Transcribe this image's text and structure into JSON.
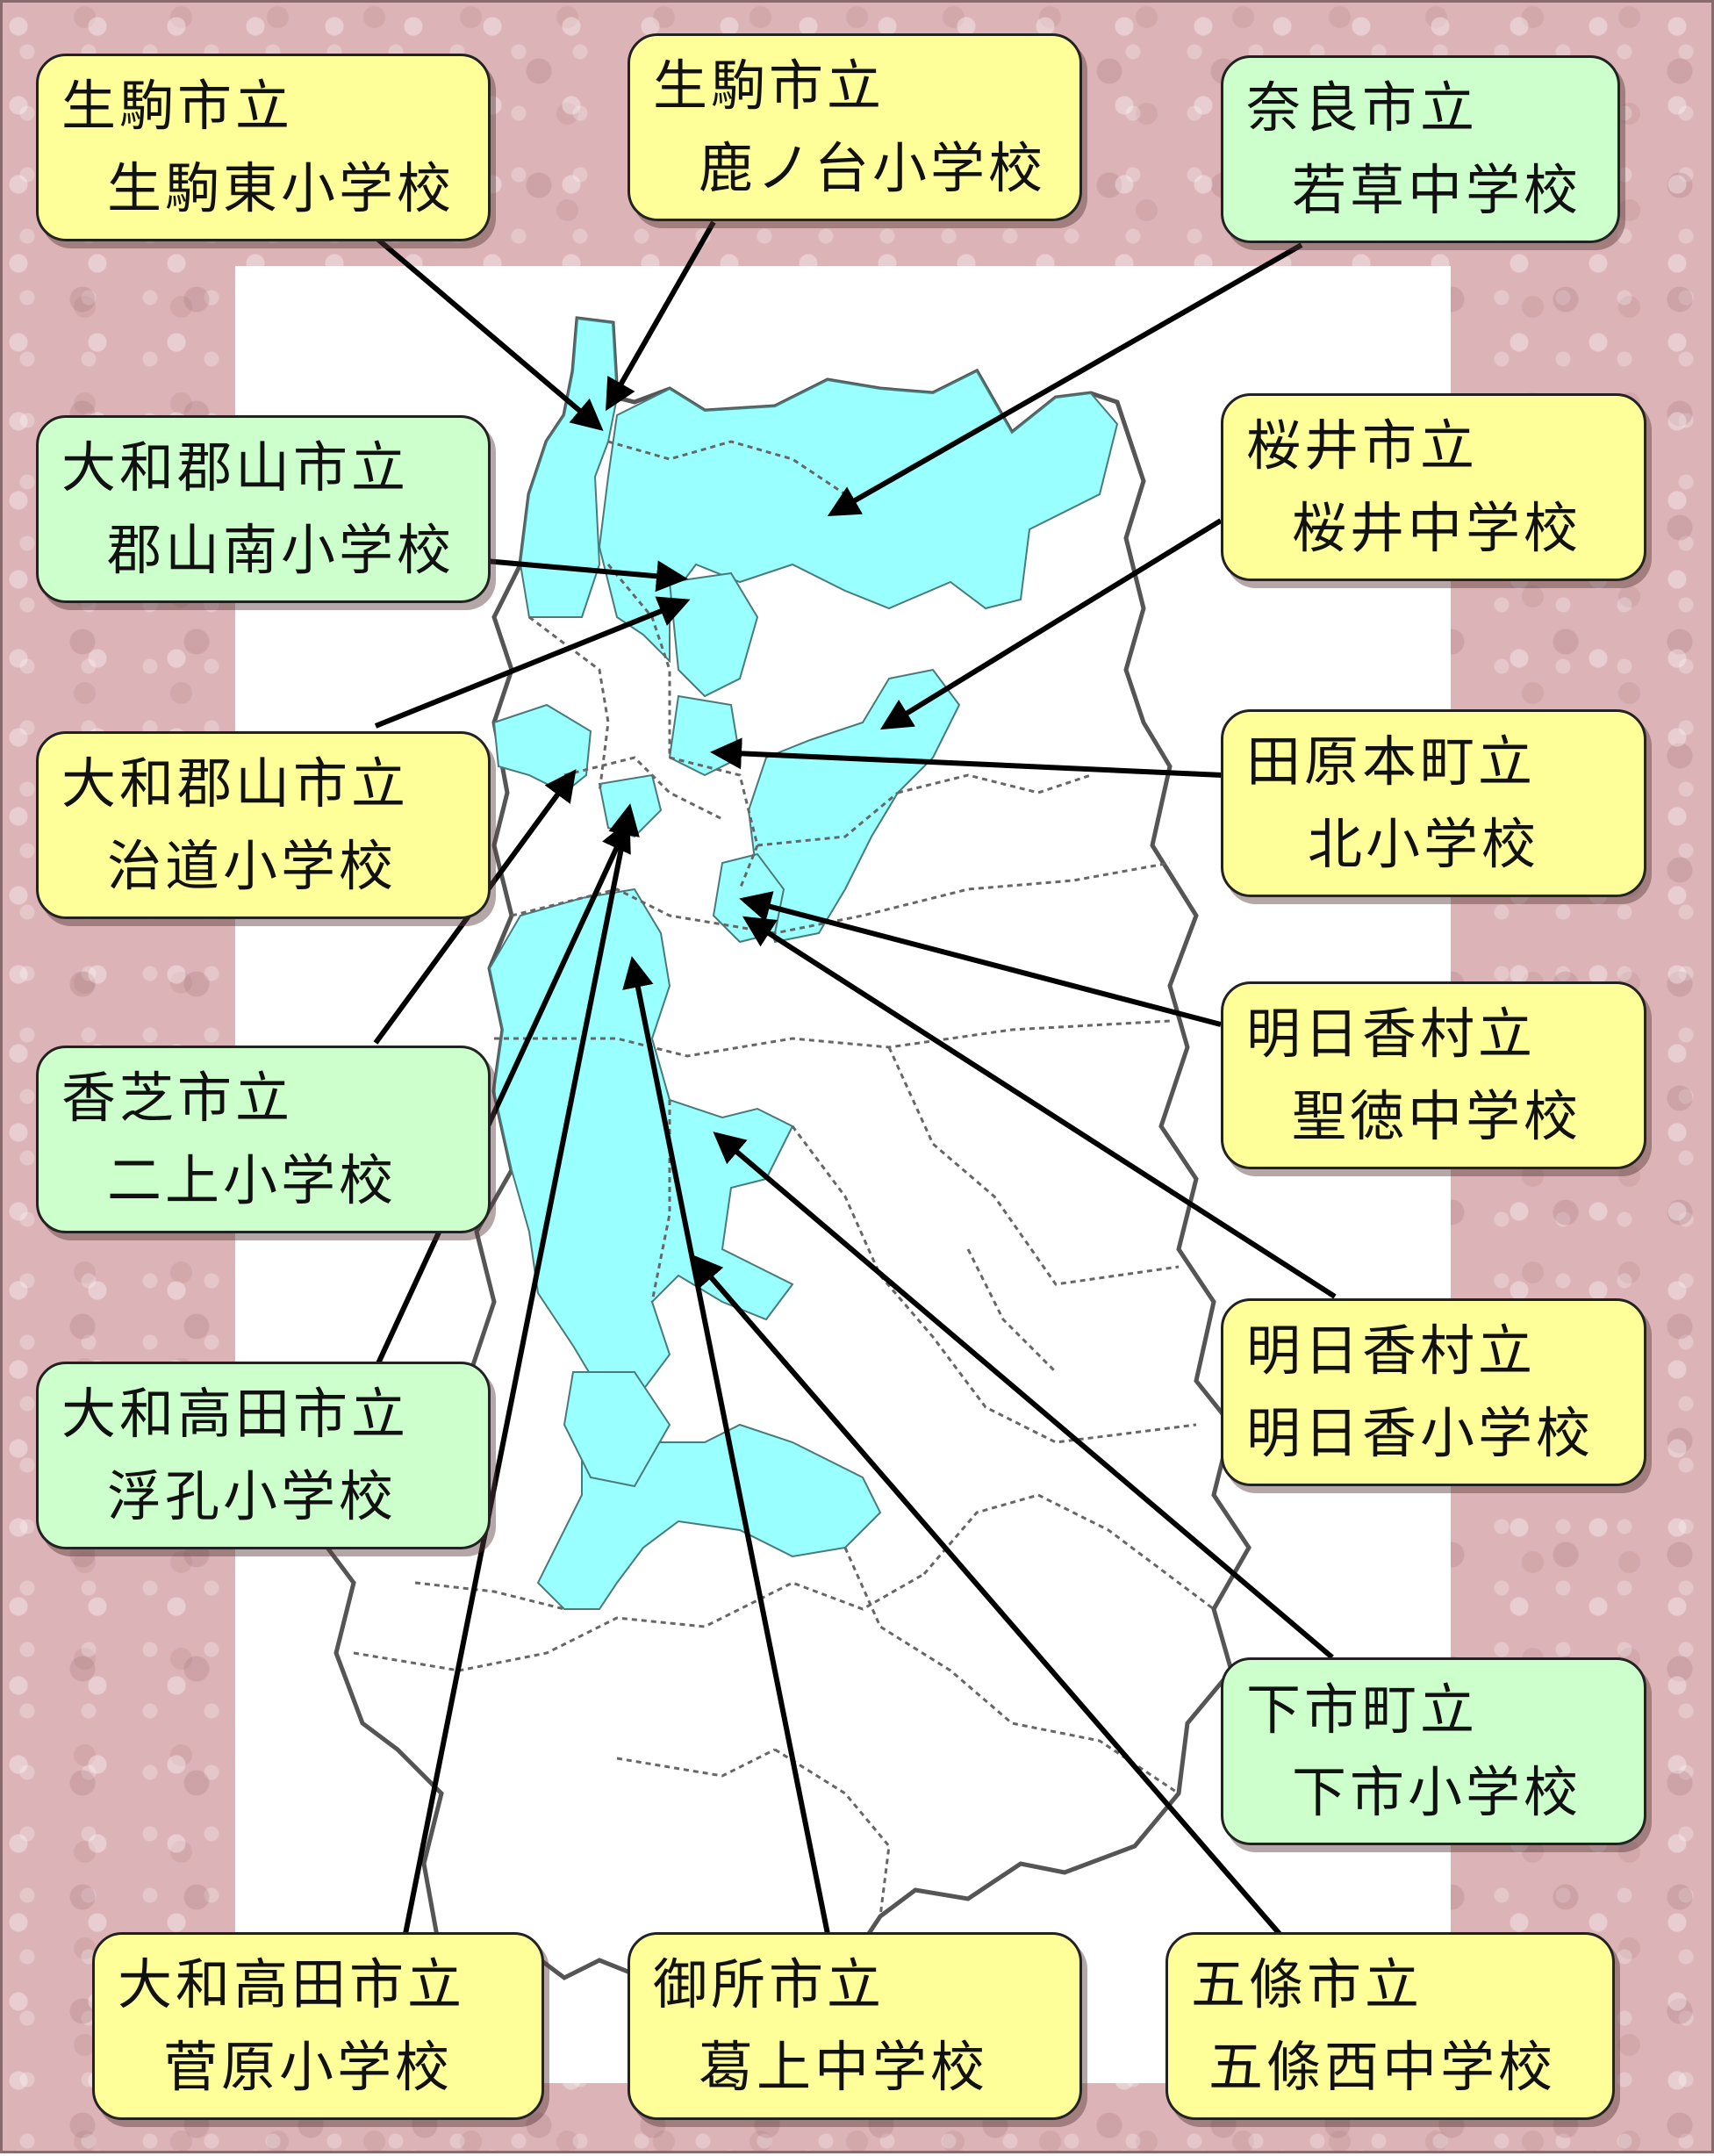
{
  "colors": {
    "background": "#dcb4b7",
    "yellow_callout": "#ffff99",
    "green_callout": "#ccffcc",
    "highlighted_area": "#99ffff",
    "boundary_line": "#555555",
    "arrow": "#000000"
  },
  "callouts": [
    {
      "id": "ikoma-higashi",
      "line1": "生駒市立",
      "line2": "生駒東小学校",
      "color": "yellow"
    },
    {
      "id": "shikanodai",
      "line1": "生駒市立",
      "line2": "鹿ノ台小学校",
      "color": "yellow"
    },
    {
      "id": "wakakusa",
      "line1": "奈良市立",
      "line2": "若草中学校",
      "color": "green"
    },
    {
      "id": "koriyama-minami",
      "line1": "大和郡山市立",
      "line2": "郡山南小学校",
      "color": "green"
    },
    {
      "id": "sakurai",
      "line1": "桜井市立",
      "line2": "桜井中学校",
      "color": "yellow"
    },
    {
      "id": "jido",
      "line1": "大和郡山市立",
      "line2": "治道小学校",
      "color": "yellow"
    },
    {
      "id": "tawaramoto-kita",
      "line1": "田原本町立",
      "line2": "北小学校",
      "color": "yellow"
    },
    {
      "id": "futakami",
      "line1": "香芝市立",
      "line2": "二上小学校",
      "color": "green"
    },
    {
      "id": "shotoku",
      "line1": "明日香村立",
      "line2": "聖徳中学校",
      "color": "yellow"
    },
    {
      "id": "asuka",
      "line1": "明日香村立",
      "line2": "明日香小学校",
      "color": "yellow"
    },
    {
      "id": "ukena",
      "line1": "大和高田市立",
      "line2": "浮孔小学校",
      "color": "green"
    },
    {
      "id": "shimoichi",
      "line1": "下市町立",
      "line2": "下市小学校",
      "color": "green"
    },
    {
      "id": "sugahara",
      "line1": "大和高田市立",
      "line2": "菅原小学校",
      "color": "yellow"
    },
    {
      "id": "katsuragi",
      "line1": "御所市立",
      "line2": "葛上中学校",
      "color": "yellow"
    },
    {
      "id": "gojo-nishi",
      "line1": "五條市立",
      "line2": "五條西中学校",
      "color": "yellow"
    }
  ]
}
